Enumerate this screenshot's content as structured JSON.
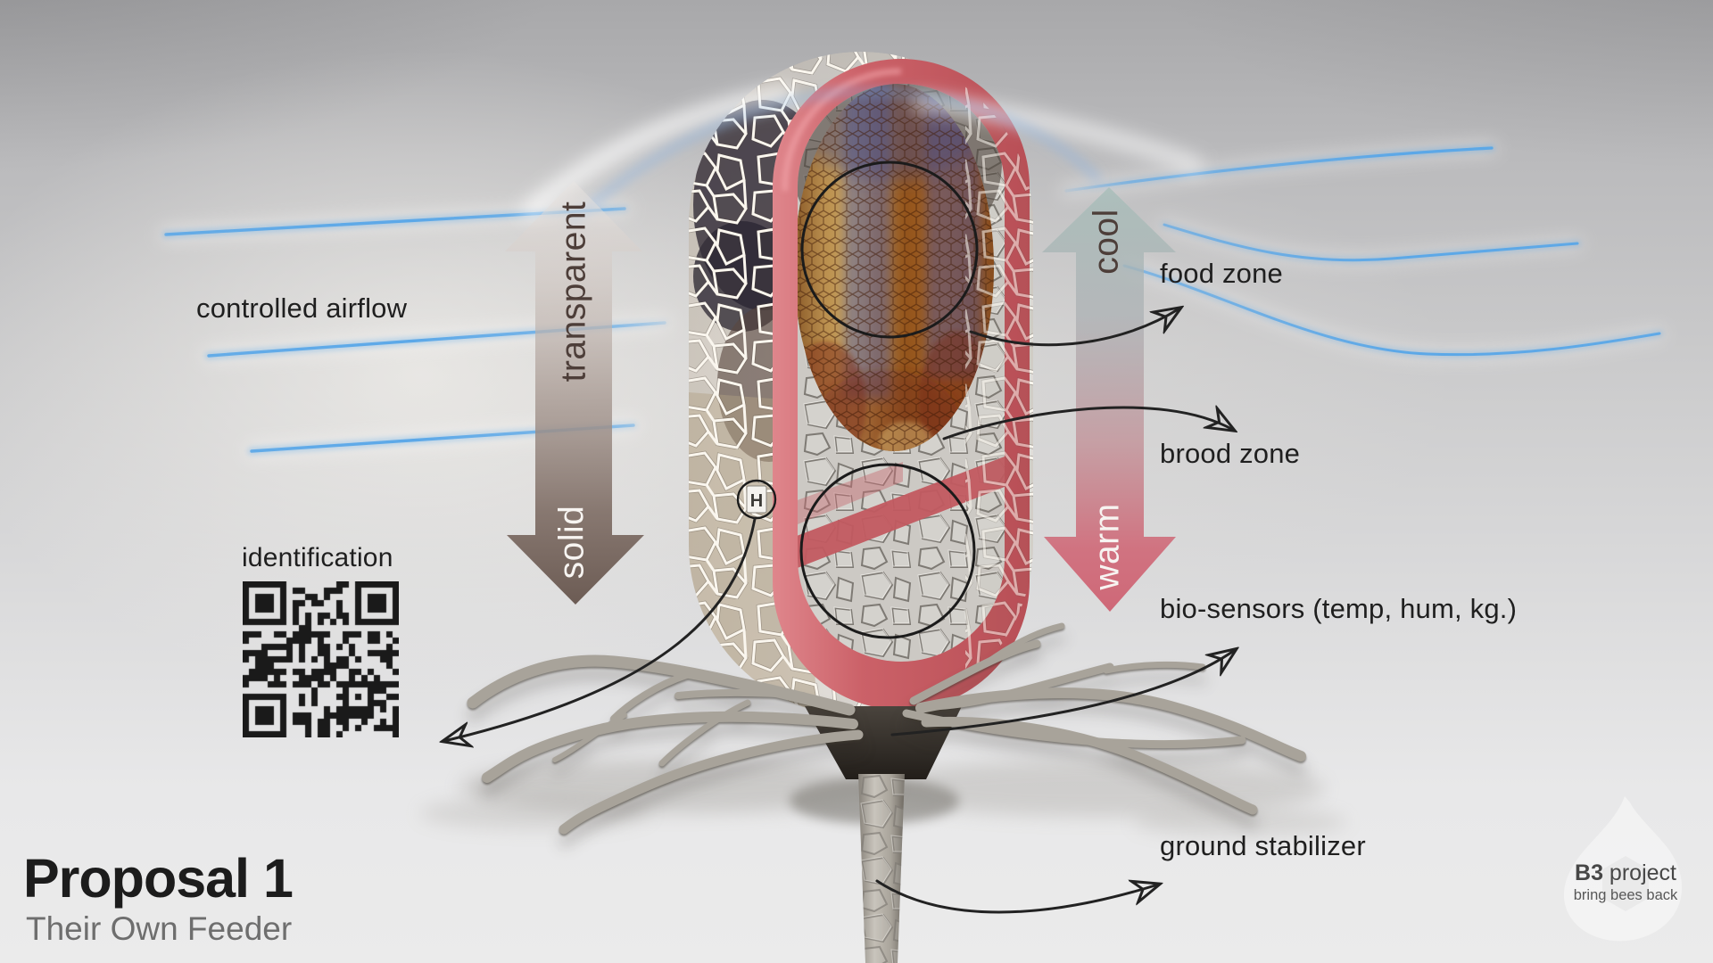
{
  "poster": {
    "title": "Proposal 1",
    "subtitle": "Their Own Feeder"
  },
  "annotations": {
    "controlled_airflow": "controlled airflow",
    "identification": "identification",
    "food_zone": "food zone",
    "brood_zone": "brood zone",
    "bio_sensors": "bio-sensors (temp, hum, kg.)",
    "ground_stabilizer": "ground stabilizer",
    "h_marker": "H"
  },
  "material_arrow": {
    "top": "transparent",
    "bottom": "solid"
  },
  "thermal_arrow": {
    "top": "cool",
    "bottom": "warm"
  },
  "logo": {
    "name_bold": "B3",
    "name_rest": " project",
    "tagline": "bring bees back"
  },
  "colors": {
    "ink": "#1f1f1f",
    "airflow_blue": "#5aa8e8",
    "cool_teal": "#a8beba",
    "warm_red": "#d06e7c",
    "solid_brown": "#675649",
    "shell_red": "#c65d63",
    "honeycomb_amber": "#a86a28",
    "root_grey": "#a8a39a"
  }
}
